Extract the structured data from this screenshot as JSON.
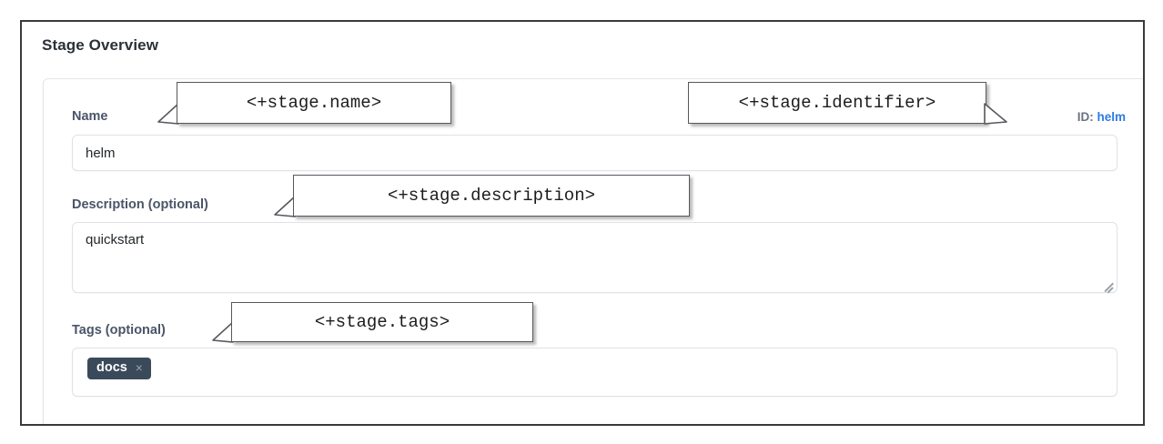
{
  "section": {
    "title": "Stage Overview"
  },
  "form": {
    "name": {
      "label": "Name",
      "value": "helm",
      "placeholder": ""
    },
    "identifier": {
      "prefix": "ID:",
      "value": "helm"
    },
    "description": {
      "label": "Description (optional)",
      "value": "quickstart",
      "placeholder": ""
    },
    "tags": {
      "label": "Tags (optional)",
      "placeholder": "",
      "chips": [
        {
          "label": "docs",
          "remove_glyph": "×"
        }
      ]
    }
  },
  "callouts": [
    {
      "id": "name",
      "text": "<+stage.name>"
    },
    {
      "id": "identifier",
      "text": "<+stage.identifier>"
    },
    {
      "id": "description",
      "text": "<+stage.description>"
    },
    {
      "id": "tags",
      "text": "<+stage.tags>"
    }
  ],
  "colors": {
    "link": "#2c7be5",
    "label": "#4a5568",
    "chip_bg": "#3b4a5a",
    "frame_border": "#3a3a3a",
    "input_border": "#dfe2e6"
  }
}
